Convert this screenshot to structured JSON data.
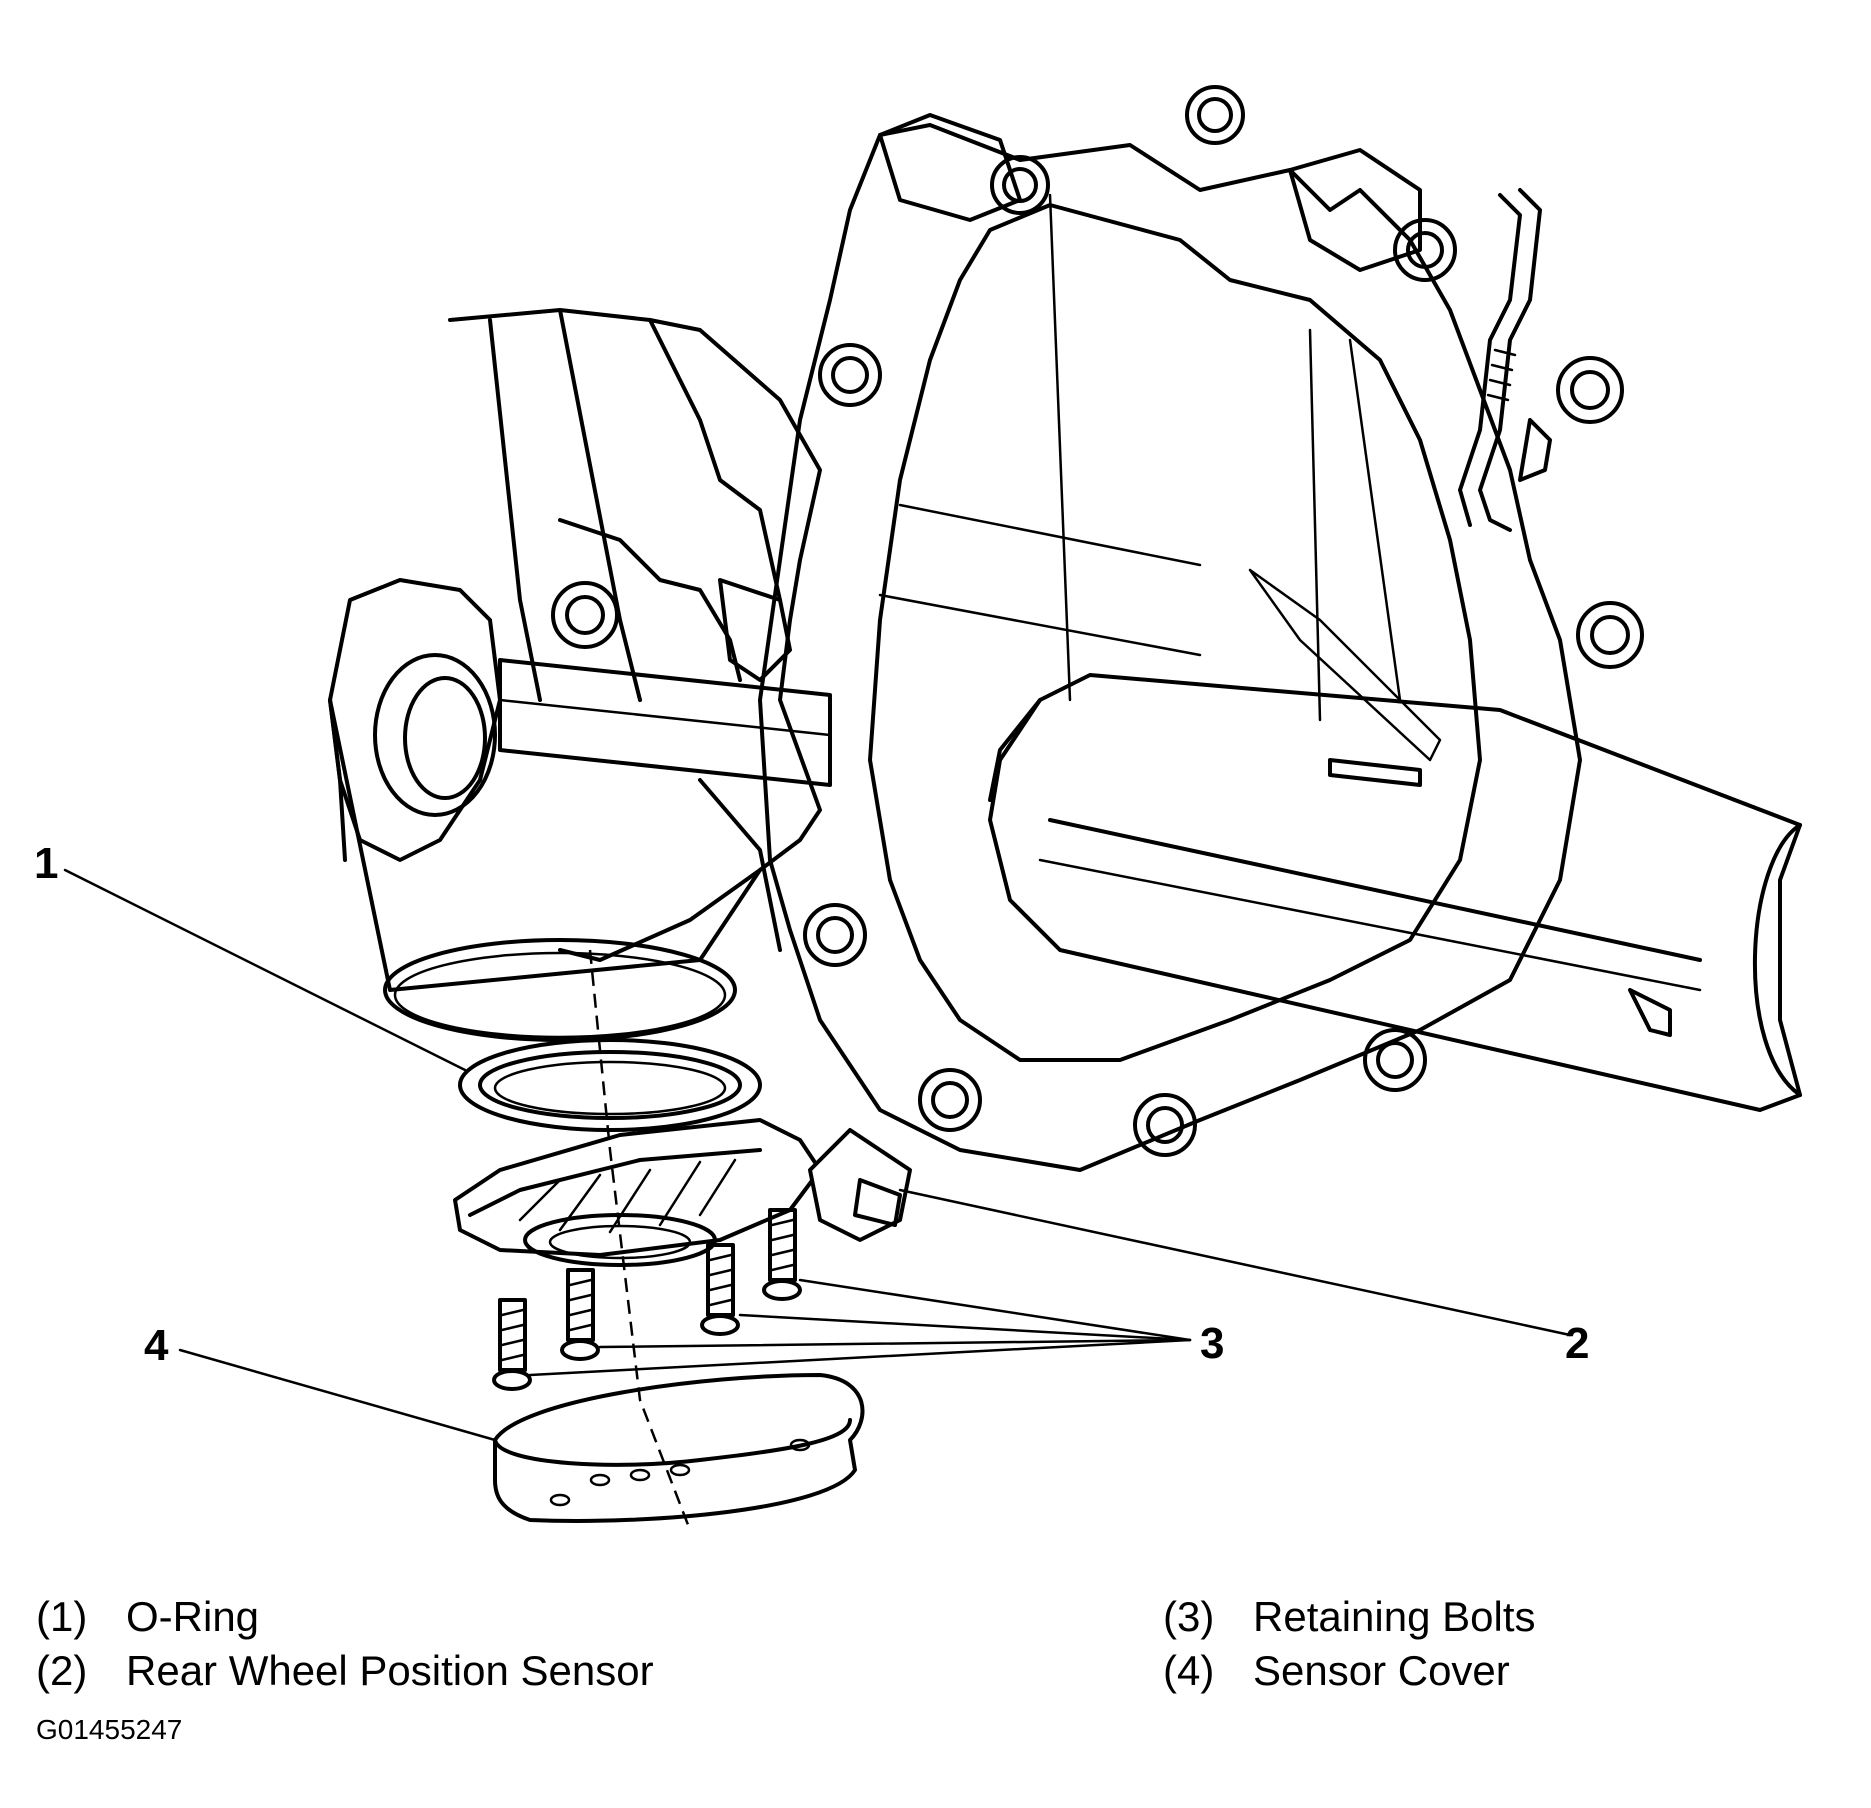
{
  "callouts": [
    {
      "number": "1"
    },
    {
      "number": "2"
    },
    {
      "number": "3"
    },
    {
      "number": "4"
    }
  ],
  "legend": {
    "left": [
      {
        "code": "(1)",
        "label": "O-Ring"
      },
      {
        "code": "(2)",
        "label": "Rear Wheel Position Sensor"
      }
    ],
    "right": [
      {
        "code": "(3)",
        "label": "Retaining Bolts"
      },
      {
        "code": "(4)",
        "label": "Sensor Cover"
      }
    ]
  },
  "figure_id": "G01455247"
}
